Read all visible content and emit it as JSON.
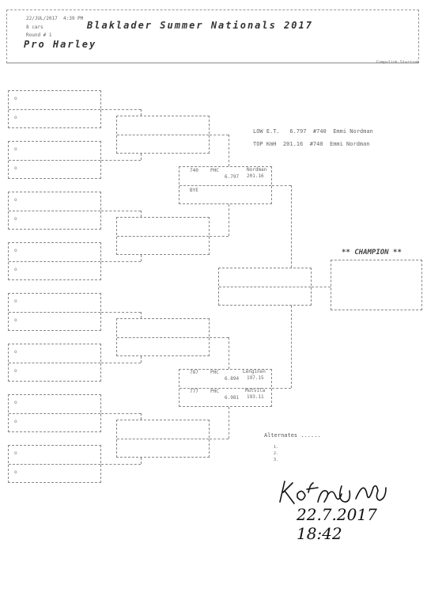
{
  "header": {
    "date": "22/JUL/2017",
    "time": "4:39 PM",
    "cars": "8 cars",
    "round": "Round # 1",
    "event_title": "Blaklader Summer Nationals 2017",
    "class_name": "Pro Harley",
    "software_tag": "Compulink  Startrak"
  },
  "round1_slot_marker": "o",
  "semifinal_top": {
    "lane1": {
      "number": "740",
      "class": "PHC",
      "name": "Nordman",
      "et": "6.797",
      "speed": "201.16"
    },
    "lane2": {
      "label": "BYE"
    }
  },
  "semifinal_bottom": {
    "lane1": {
      "number": "787",
      "class": "PHC",
      "name": "Lenginen",
      "et": "6.894",
      "speed": "197.15"
    },
    "lane2": {
      "number": "777",
      "class": "PHC",
      "name": "Mutvila",
      "et": "6.981",
      "speed": "193.11"
    }
  },
  "records": {
    "low_et": {
      "label": "LOW E.T.",
      "value": "6.797",
      "car": "#740",
      "driver": "Emmi Nordman"
    },
    "top_speed": {
      "label": "TOP KmH",
      "value": "201.16",
      "car": "#740",
      "driver": "Emmi Nordman"
    }
  },
  "champion_label": "** CHAMPION **",
  "alternates": {
    "label": "Alternates ......",
    "entries": [
      "1.",
      "2.",
      "3."
    ]
  },
  "signature": {
    "name": "Kotzur Suni",
    "date": "22.7.2017  18:42"
  }
}
